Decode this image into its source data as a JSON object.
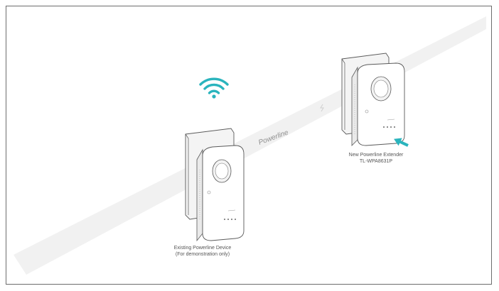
{
  "band": {
    "label": "Powerline"
  },
  "devices": {
    "existing": {
      "caption_line1": "Existing Powerline Device",
      "caption_line2": "(For demonstration only)"
    },
    "new": {
      "caption_line1": "New Powerline Extender",
      "caption_line2": "TL-WPA8631P"
    }
  },
  "colors": {
    "accent": "#2ab4bd",
    "band": "#f1f1f1",
    "outline": "#5a5a5a",
    "device_body": "#ffffff",
    "wall_plate": "#f4f4f4"
  },
  "icons": {
    "wifi": "wifi-icon",
    "arrow": "arrow-icon",
    "lightning": "lightning-icon"
  }
}
